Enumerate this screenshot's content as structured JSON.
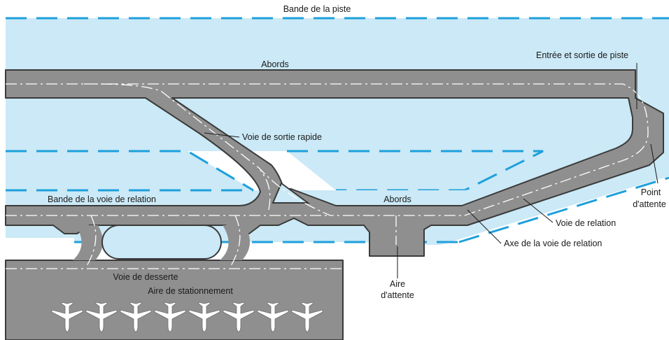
{
  "labels": {
    "runway_strip": "Bande de la piste",
    "shoulders_top": "Abords",
    "runway_entry_exit": "Entrée et sortie de piste",
    "rapid_exit": "Voie de sortie rapide",
    "taxiway_strip": "Bande de la voie de relation",
    "shoulders_mid": "Abords",
    "holding_point_1": "Point",
    "holding_point_2": "d'attente",
    "taxiway": "Voie de relation",
    "taxiway_centerline": "Axe de la voie de relation",
    "holding_bay_1": "Aire",
    "holding_bay_2": "d'attente",
    "taxilane": "Voie de desserte",
    "apron": "Aire de stationnement"
  },
  "icons": {
    "parked_aircraft": "airplane-icon",
    "parked_aircraft_count": 8
  },
  "colors": {
    "strip_fill": "#cbe9f6",
    "strip_edge": "#1ea0dc",
    "pavement": "#8f8f8f",
    "pavement_outline": "#3a3a3a",
    "centerline": "#ffffff"
  }
}
